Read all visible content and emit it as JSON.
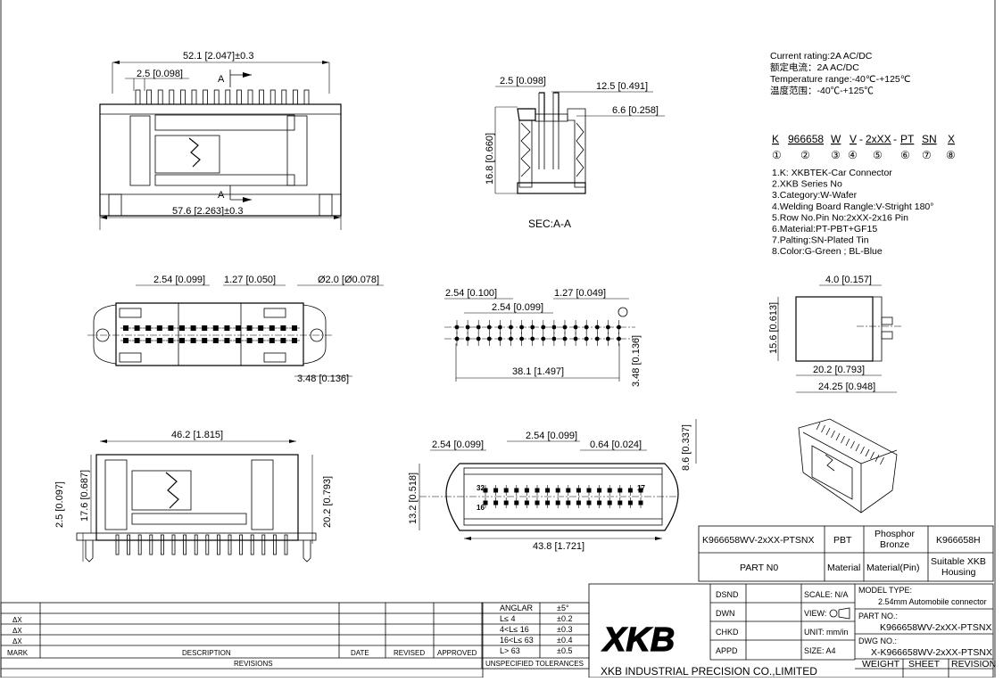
{
  "top_view": {
    "dim_top": "52.1 [2.047]±0.3",
    "dim_pitch": "2.5 [0.098]",
    "section_mark_top": "A",
    "section_mark_bottom": "A",
    "dim_bottom": "57.6 [2.263]±0.3"
  },
  "section_view": {
    "dim_a": "2.5 [0.098]",
    "dim_b": "12.5 [0.491]",
    "dim_c": "6.6 [0.258]",
    "dim_height": "16.8 [0.660]",
    "label": "SEC:A-A"
  },
  "spec": {
    "line1": "Current rating:2A AC/DC",
    "line2": "额定电流：2A AC/DC",
    "line3": "Temperature range:-40℃-+125℃",
    "line4": "温度范围：-40℃-+125℃"
  },
  "part_code": {
    "parts": [
      "K",
      "966658",
      "W",
      "V",
      "-",
      "2xXX",
      "-",
      "PT",
      "SN",
      "X"
    ],
    "numbers": [
      "①",
      "②",
      "③",
      "④",
      "⑤",
      "⑥",
      "⑦",
      "⑧"
    ],
    "legend": [
      "1.K: XKBTEK-Car Connector",
      "2.XKB Series No",
      "3.Category:W-Wafer",
      "4.Welding Board Rangle:V-Stright 180°",
      "5.Row No.Pin No:2xXX-2x16 Pin",
      "6.Material:PT-PBT+GF15",
      "7.Palting:SN-Plated Tin",
      "8.Color:G-Green ; BL-Blue"
    ]
  },
  "footprint": {
    "dim_pitch": "2.54 [0.099]",
    "dim_offset": "1.27 [0.050]",
    "dim_hole": "Ø2.0 [Ø0.078]",
    "dim_row": "3.48 [0.136]"
  },
  "pcb_layout": {
    "dim_a": "2.54 [0.100]",
    "dim_b": "1.27 [0.049]",
    "dim_c": "2.54 [0.099]",
    "dim_total": "38.1 [1.497]",
    "dim_row": "3.48 [0.136]"
  },
  "side_view": {
    "dim_top": "4.0 [0.157]",
    "dim_height": "15.6 [0.613]",
    "dim_a": "20.2 [0.793]",
    "dim_b": "24.25 [0.948]"
  },
  "front_view": {
    "dim_top": "46.2 [1.815]",
    "dim_left_a": "2.5 [0.097]",
    "dim_left_b": "17.6 [0.687]",
    "dim_right": "20.2 [0.793]"
  },
  "mating_view": {
    "dim_a": "2.54 [0.099]",
    "dim_b": "2.54 [0.099]",
    "dim_c": "0.64 [0.024]",
    "dim_right": "8.6 [0.337]",
    "dim_left": "13.2 [0.518]",
    "dim_bottom": "43.8 [1.721]",
    "pin_label_32": "32",
    "pin_label_16": "16",
    "pin_label_17": "17"
  },
  "material_table": {
    "part_no": "K966658WV-2xXX-PTSNX",
    "material": "PBT",
    "material_pin": "Phosphor Bronze",
    "housing": "K966658H",
    "label_part": "PART N0",
    "label_material": "Material",
    "label_material_pin": "Material(Pin)",
    "label_housing": "Suitable XKB Housing"
  },
  "revision_table": {
    "marks": [
      "ΔX",
      "ΔX",
      "ΔX"
    ],
    "mark_header": "MARK",
    "description_header": "DESCRIPTION",
    "date_header": "DATE",
    "revised_header": "REVISED",
    "approved_header": "APPROVED",
    "revisions_label": "REVISIONS"
  },
  "tolerance_table": {
    "rows": [
      {
        "range": "ANGLAR",
        "tol": "±5°"
      },
      {
        "range": "L≤ 4",
        "tol": "±0.2"
      },
      {
        "range": "4<L≤ 16",
        "tol": "±0.3"
      },
      {
        "range": "16<L≤ 63",
        "tol": "±0.4"
      },
      {
        "range": "L> 63",
        "tol": "±0.5"
      }
    ],
    "footer": "UNSPECIFIED TOLERANCES"
  },
  "title_block": {
    "logo": "XKB",
    "company": "XKB INDUSTRIAL PRECISION CO.,LIMITED",
    "dsnd": "DSND",
    "dwn": "DWN",
    "chkd": "CHKD",
    "appd": "APPD",
    "scale": "SCALE: N/A",
    "view": "VIEW:",
    "unit": "UNIT: mm/in",
    "size": "SIZE: A4",
    "model_label": "MODEL TYPE:",
    "model_value": "2.54mm Automobile connector",
    "partno_label": "PART NO.:",
    "partno_value": "K966658WV-2xXX-PTSNX",
    "dwgno_label": "DWG NO.:",
    "dwgno_value": "X-K966658WV-2xXX-PTSNX",
    "weight": "WEIGHT",
    "sheet": "SHEET",
    "revision": "REVISION"
  }
}
